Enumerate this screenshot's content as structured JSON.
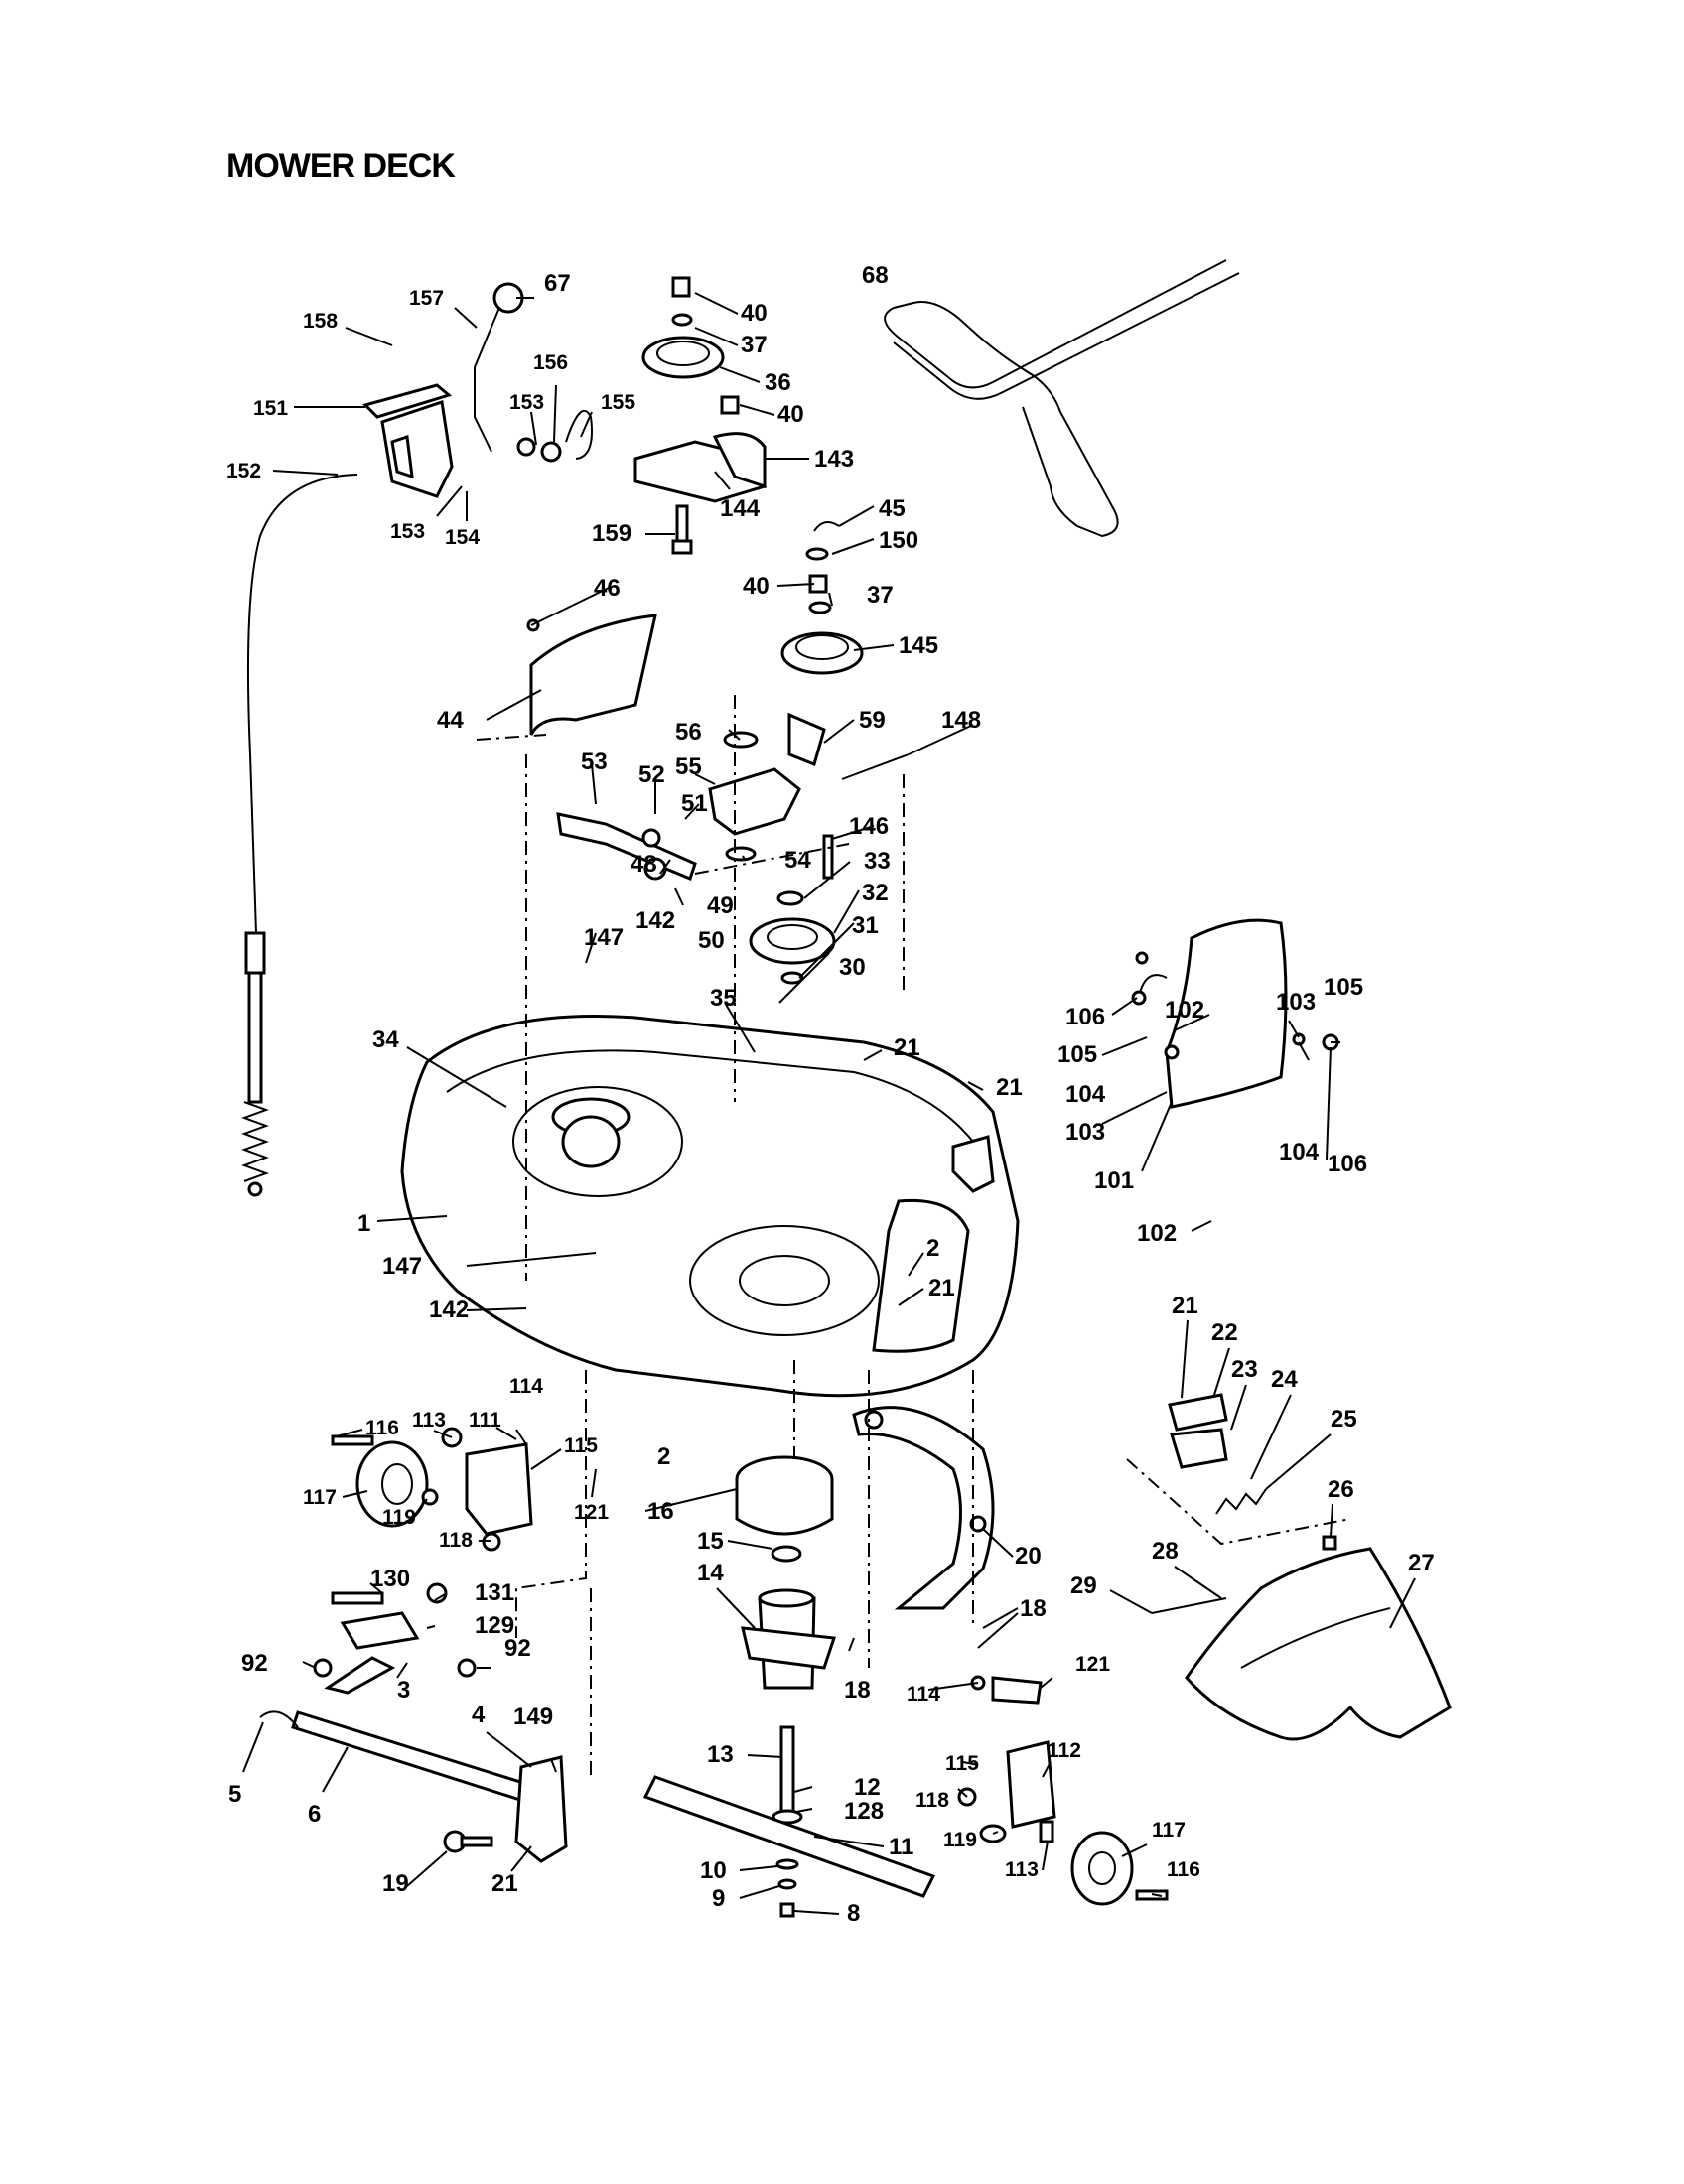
{
  "page": {
    "title": "MOWER DECK"
  },
  "callouts": [
    {
      "id": "67",
      "text": "67"
    },
    {
      "id": "157",
      "text": "157"
    },
    {
      "id": "158",
      "text": "158"
    },
    {
      "id": "151",
      "text": "151"
    },
    {
      "id": "152",
      "text": "152"
    },
    {
      "id": "156",
      "text": "156"
    },
    {
      "id": "153a",
      "text": "153"
    },
    {
      "id": "155",
      "text": "155"
    },
    {
      "id": "153b",
      "text": "153"
    },
    {
      "id": "154",
      "text": "154"
    },
    {
      "id": "40a",
      "text": "40"
    },
    {
      "id": "37a",
      "text": "37"
    },
    {
      "id": "36",
      "text": "36"
    },
    {
      "id": "40b",
      "text": "40"
    },
    {
      "id": "143",
      "text": "143"
    },
    {
      "id": "144",
      "text": "144"
    },
    {
      "id": "159",
      "text": "159"
    },
    {
      "id": "68",
      "text": "68"
    },
    {
      "id": "45",
      "text": "45"
    },
    {
      "id": "150",
      "text": "150"
    },
    {
      "id": "40c",
      "text": "40"
    },
    {
      "id": "37b",
      "text": "37"
    },
    {
      "id": "145",
      "text": "145"
    },
    {
      "id": "46",
      "text": "46"
    },
    {
      "id": "44",
      "text": "44"
    },
    {
      "id": "56",
      "text": "56"
    },
    {
      "id": "59",
      "text": "59"
    },
    {
      "id": "148",
      "text": "148"
    },
    {
      "id": "53",
      "text": "53"
    },
    {
      "id": "52",
      "text": "52"
    },
    {
      "id": "55",
      "text": "55"
    },
    {
      "id": "51",
      "text": "51"
    },
    {
      "id": "146",
      "text": "146"
    },
    {
      "id": "48",
      "text": "48"
    },
    {
      "id": "54",
      "text": "54"
    },
    {
      "id": "33",
      "text": "33"
    },
    {
      "id": "49",
      "text": "49"
    },
    {
      "id": "32",
      "text": "32"
    },
    {
      "id": "50",
      "text": "50"
    },
    {
      "id": "147a",
      "text": "147"
    },
    {
      "id": "142a",
      "text": "142"
    },
    {
      "id": "31",
      "text": "31"
    },
    {
      "id": "30",
      "text": "30"
    },
    {
      "id": "35",
      "text": "35"
    },
    {
      "id": "34",
      "text": "34"
    },
    {
      "id": "21a",
      "text": "21"
    },
    {
      "id": "21b",
      "text": "21"
    },
    {
      "id": "1",
      "text": "1"
    },
    {
      "id": "147b",
      "text": "147"
    },
    {
      "id": "2a",
      "text": "2"
    },
    {
      "id": "21c",
      "text": "21"
    },
    {
      "id": "142b",
      "text": "142"
    },
    {
      "id": "106a",
      "text": "106"
    },
    {
      "id": "102a",
      "text": "102"
    },
    {
      "id": "103a",
      "text": "103"
    },
    {
      "id": "105a",
      "text": "105"
    },
    {
      "id": "105b",
      "text": "105"
    },
    {
      "id": "104a",
      "text": "104"
    },
    {
      "id": "103b",
      "text": "103"
    },
    {
      "id": "104b",
      "text": "104"
    },
    {
      "id": "106b",
      "text": "106"
    },
    {
      "id": "101",
      "text": "101"
    },
    {
      "id": "102b",
      "text": "102"
    },
    {
      "id": "21d",
      "text": "21"
    },
    {
      "id": "22",
      "text": "22"
    },
    {
      "id": "23",
      "text": "23"
    },
    {
      "id": "24",
      "text": "24"
    },
    {
      "id": "25",
      "text": "25"
    },
    {
      "id": "26",
      "text": "26"
    },
    {
      "id": "28",
      "text": "28"
    },
    {
      "id": "27",
      "text": "27"
    },
    {
      "id": "29",
      "text": "29"
    },
    {
      "id": "116a",
      "text": "116"
    },
    {
      "id": "113a",
      "text": "113"
    },
    {
      "id": "111",
      "text": "111"
    },
    {
      "id": "114a",
      "text": "114"
    },
    {
      "id": "115a",
      "text": "115"
    },
    {
      "id": "117a",
      "text": "117"
    },
    {
      "id": "119a",
      "text": "119"
    },
    {
      "id": "118a",
      "text": "118"
    },
    {
      "id": "121a",
      "text": "121"
    },
    {
      "id": "2b",
      "text": "2"
    },
    {
      "id": "16",
      "text": "16"
    },
    {
      "id": "15",
      "text": "15"
    },
    {
      "id": "20",
      "text": "20"
    },
    {
      "id": "14",
      "text": "14"
    },
    {
      "id": "18a",
      "text": "18"
    },
    {
      "id": "18b",
      "text": "18"
    },
    {
      "id": "130",
      "text": "130"
    },
    {
      "id": "131",
      "text": "131"
    },
    {
      "id": "129",
      "text": "129"
    },
    {
      "id": "92a",
      "text": "92"
    },
    {
      "id": "92b",
      "text": "92"
    },
    {
      "id": "3",
      "text": "3"
    },
    {
      "id": "114b",
      "text": "114"
    },
    {
      "id": "121b",
      "text": "121"
    },
    {
      "id": "4",
      "text": "4"
    },
    {
      "id": "149",
      "text": "149"
    },
    {
      "id": "13",
      "text": "13"
    },
    {
      "id": "115b",
      "text": "115"
    },
    {
      "id": "112",
      "text": "112"
    },
    {
      "id": "5",
      "text": "5"
    },
    {
      "id": "6",
      "text": "6"
    },
    {
      "id": "12",
      "text": "12"
    },
    {
      "id": "128",
      "text": "128"
    },
    {
      "id": "118b",
      "text": "118"
    },
    {
      "id": "11",
      "text": "11"
    },
    {
      "id": "119b",
      "text": "119"
    },
    {
      "id": "117b",
      "text": "117"
    },
    {
      "id": "19",
      "text": "19"
    },
    {
      "id": "21e",
      "text": "21"
    },
    {
      "id": "10",
      "text": "10"
    },
    {
      "id": "113b",
      "text": "113"
    },
    {
      "id": "116b",
      "text": "116"
    },
    {
      "id": "9",
      "text": "9"
    },
    {
      "id": "8",
      "text": "8"
    }
  ]
}
